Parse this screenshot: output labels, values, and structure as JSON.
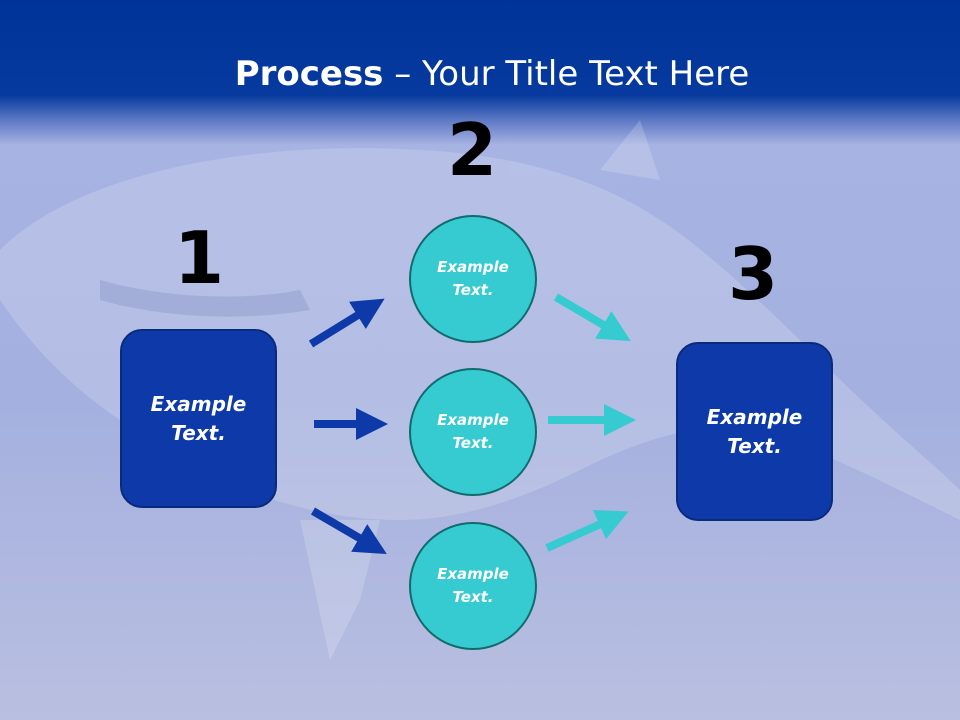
{
  "title": {
    "bold": "Process",
    "rest": " – Your Title Text Here"
  },
  "steps": {
    "n1": "1",
    "n2": "2",
    "n3": "3"
  },
  "left_box": "Example\nText.",
  "right_box": "Example\nText.",
  "circles": [
    "Example\nText.",
    "Example\nText.",
    "Example\nText."
  ],
  "colors": {
    "header": "#003399",
    "box": "#0d3aa8",
    "circle": "#36cbd0",
    "arrow_blue": "#0d3aa8",
    "arrow_teal": "#36cbd0"
  }
}
